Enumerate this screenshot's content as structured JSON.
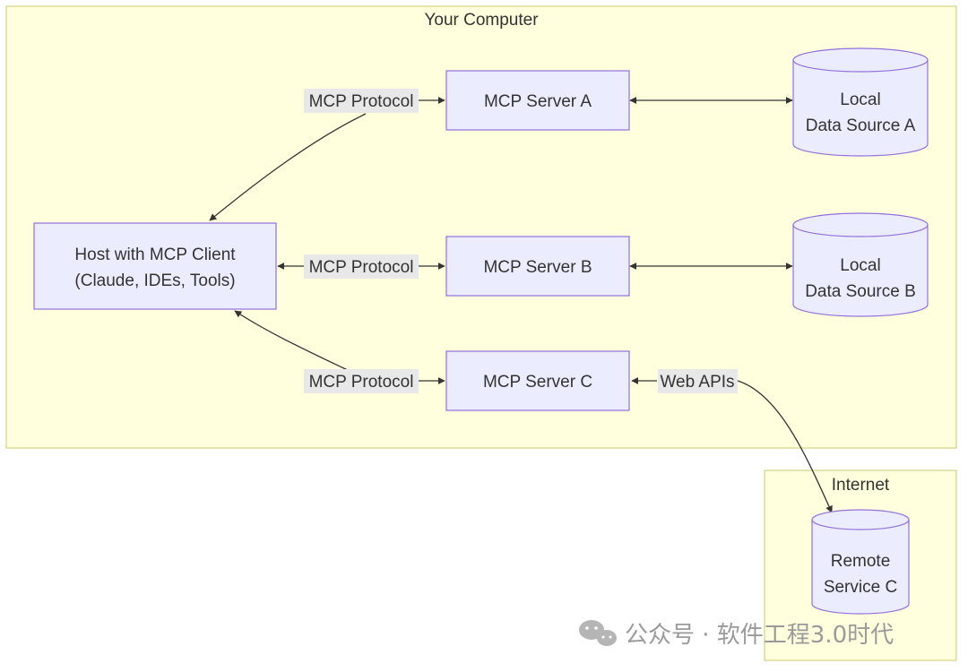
{
  "clusters": {
    "computer": {
      "label": "Your Computer"
    },
    "internet": {
      "label": "Internet"
    }
  },
  "nodes": {
    "host": {
      "lines": [
        "Host with MCP Client",
        "(Claude, IDEs, Tools)"
      ]
    },
    "server_a": {
      "label": "MCP Server A"
    },
    "server_b": {
      "label": "MCP Server B"
    },
    "server_c": {
      "label": "MCP Server C"
    },
    "ds_a": {
      "lines": [
        "Local",
        "Data Source A"
      ]
    },
    "ds_b": {
      "lines": [
        "Local",
        "Data Source B"
      ]
    },
    "remote_c": {
      "lines": [
        "Remote",
        "Service C"
      ]
    }
  },
  "edge_labels": {
    "host_a": "MCP Protocol",
    "host_b": "MCP Protocol",
    "host_c": "MCP Protocol",
    "c_remote": "Web APIs"
  },
  "watermark": {
    "text": "公众号 · 软件工程3.0时代",
    "icon": "wechat-icon"
  },
  "colors": {
    "cluster_fill": "#ffffde",
    "cluster_stroke": "#c9c96e",
    "node_fill": "#ececff",
    "node_stroke": "#9370db",
    "edge": "#333333"
  }
}
